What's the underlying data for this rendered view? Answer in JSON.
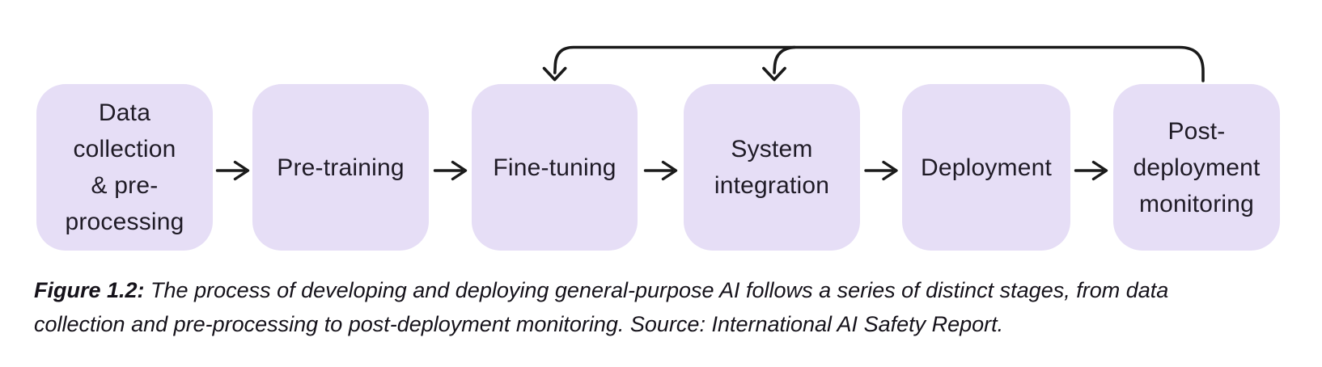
{
  "figure": {
    "caption": {
      "prefix": "Figure 1.2:",
      "line1": "The process of developing and deploying general-purpose AI follows a series of distinct stages, from data",
      "line2": "collection and pre-processing to post-deployment monitoring. Source: International AI Safety Report."
    }
  },
  "diagram": {
    "stages": [
      {
        "id": "data-collection",
        "label": "Data\ncollection\n& pre-\nprocessing"
      },
      {
        "id": "pre-training",
        "label": "Pre-training"
      },
      {
        "id": "fine-tuning",
        "label": "Fine-tuning"
      },
      {
        "id": "system-integration",
        "label": "System\nintegration"
      },
      {
        "id": "deployment",
        "label": "Deployment"
      },
      {
        "id": "post-deployment-monitoring",
        "label": "Post-\ndeployment\nmonitoring"
      }
    ],
    "flow_order": [
      "Data collection & pre-processing",
      "Pre-training",
      "Fine-tuning",
      "System integration",
      "Deployment",
      "Post-deployment monitoring"
    ],
    "feedback_arrows": [
      {
        "from": "Post-deployment monitoring",
        "to": "Fine-tuning"
      },
      {
        "from": "Post-deployment monitoring",
        "to": "System integration"
      }
    ],
    "colors": {
      "stage_fill": "#E6DEF6",
      "line": "#1A1A1A",
      "text": "#1F1B26",
      "background": "#FFFFFF"
    }
  },
  "icons": {
    "forward-arrow-icon": "→",
    "feedback-arrow-icon": "↓"
  }
}
